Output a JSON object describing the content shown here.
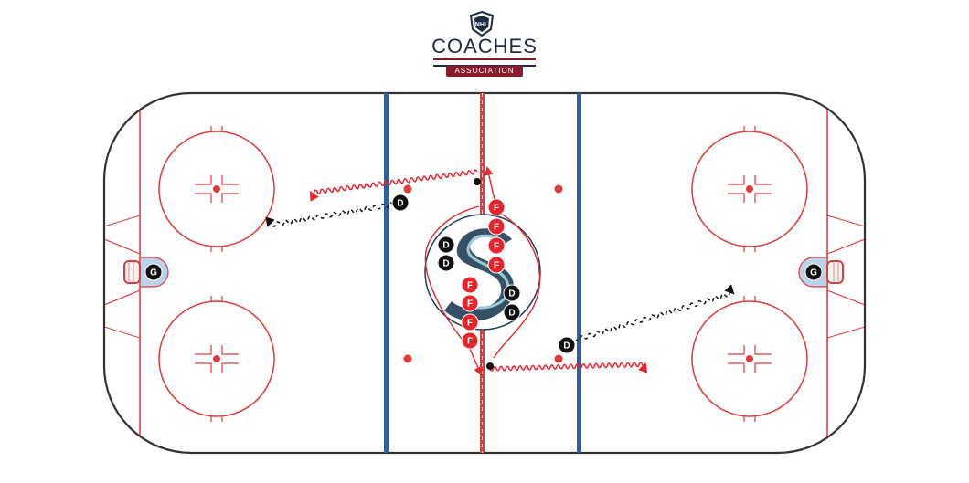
{
  "logo": {
    "league": "NHL",
    "title": "COACHES",
    "subtitle": "ASSOCIATION"
  },
  "colors": {
    "rink_red": "#e03a3a",
    "blue_line": "#2f5f9e",
    "board": "#333333",
    "crease": "#b9d3ea",
    "kraken_navy": "#1f3d56",
    "kraken_teal": "#9cc9d6",
    "forward_fill": "#e8232a",
    "defense_fill": "#111111",
    "goalie_fill": "#111111"
  },
  "players": {
    "forwards": [
      "F",
      "F",
      "F",
      "F",
      "F",
      "F",
      "F",
      "F"
    ],
    "defense": [
      "D",
      "D",
      "D",
      "D",
      "D",
      "D"
    ],
    "goalies": [
      "G",
      "G"
    ]
  },
  "drill_paths": [
    "curved skate path with arrow",
    "wavy red pass/skate path with arrow",
    "dashed black wavy skate path with arrow"
  ]
}
